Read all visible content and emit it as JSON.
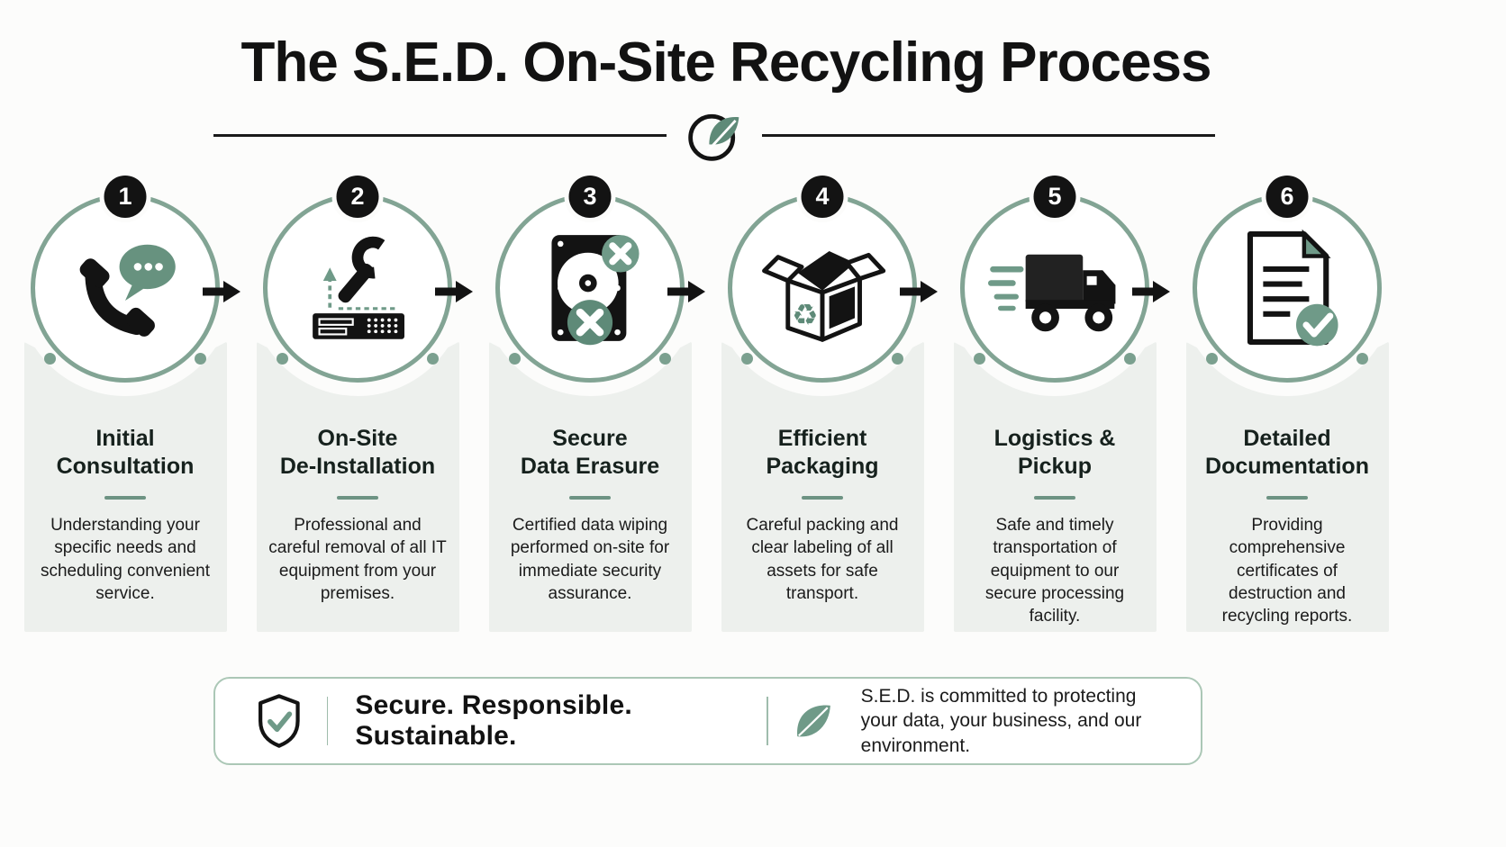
{
  "header": {
    "title": "The S.E.D. On-Site Recycling Process",
    "logo_icon": "leaf-circle-logo-icon"
  },
  "colors": {
    "accent_green": "#6f9a88",
    "ring_green": "#82a494",
    "card_background": "#edf0ed",
    "badge_black": "#131313",
    "banner_border": "#abc7b6"
  },
  "steps": [
    {
      "number": "1",
      "icon": "phone-chat-icon",
      "title": "Initial\nConsultation",
      "description": "Understanding your specific needs and scheduling convenient service."
    },
    {
      "number": "2",
      "icon": "wrench-server-icon",
      "title": "On-Site\nDe-Installation",
      "description": "Professional and careful removal of all IT equipment from your premises."
    },
    {
      "number": "3",
      "icon": "hard-drive-erase-icon",
      "title": "Secure\nData Erasure",
      "description": "Certified data wiping performed on-site for immediate security assurance."
    },
    {
      "number": "4",
      "icon": "recycle-box-icon",
      "title": "Efficient\nPackaging",
      "description": "Careful packing and clear labeling of all assets for safe transport."
    },
    {
      "number": "5",
      "icon": "truck-icon",
      "title": "Logistics &\nPickup",
      "description": "Safe and timely transportation of equipment to our secure processing facility."
    },
    {
      "number": "6",
      "icon": "document-check-icon",
      "title": "Detailed\nDocumentation",
      "description": "Providing comprehensive certificates of destruction and recycling reports."
    }
  ],
  "footer": {
    "shield_icon": "shield-check-icon",
    "tagline": "Secure. Responsible. Sustainable.",
    "leaf_icon": "leaf-icon",
    "message": "S.E.D. is committed to protecting your data, your business, and our environment."
  }
}
